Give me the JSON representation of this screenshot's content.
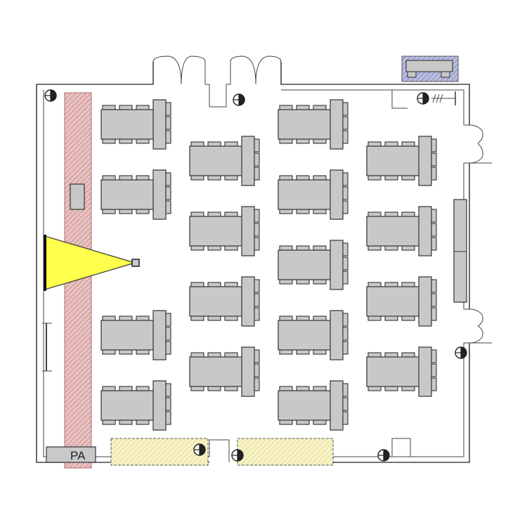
{
  "diagram": {
    "labels": {
      "pa": "PA"
    },
    "colors": {
      "stage_strip": "#d9a3a3",
      "projector_beam": "#ffff4d",
      "buffet": "#f2eeb0",
      "furniture": "#c8c8c8",
      "wall": "#444444",
      "top_right_unit": "#9aa0c8"
    },
    "icons": [
      "door-swing-icon",
      "power-outlet-icon",
      "projector-icon",
      "screen-icon"
    ],
    "table_groups": {
      "left_column_count": 4,
      "center_left_column_count": 4,
      "center_right_column_count": 5,
      "right_column_count": 4
    }
  }
}
